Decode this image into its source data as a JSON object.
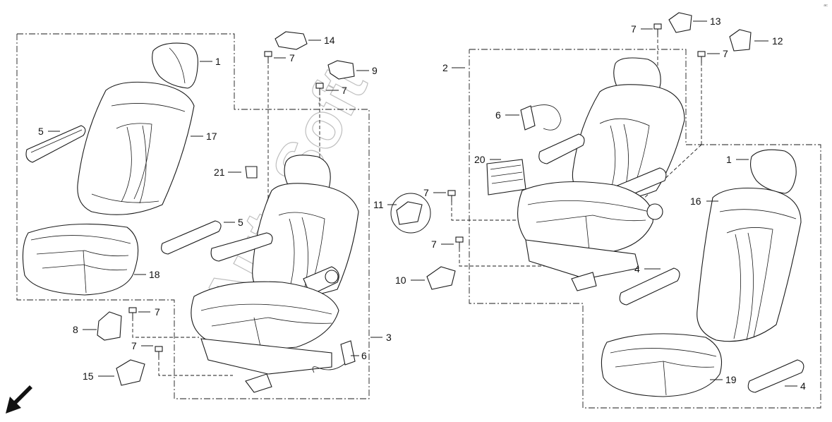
{
  "watermark": "AutoSoft",
  "corner_mark": "ᵃᶜ",
  "direction_arrow": "front-direction-arrow-icon",
  "callouts": [
    {
      "id": "c1a",
      "label": "1"
    },
    {
      "id": "c17",
      "label": "17"
    },
    {
      "id": "c5a",
      "label": "5"
    },
    {
      "id": "c18",
      "label": "18"
    },
    {
      "id": "c21",
      "label": "21"
    },
    {
      "id": "c5b",
      "label": "5"
    },
    {
      "id": "c14",
      "label": "14"
    },
    {
      "id": "c7a",
      "label": "7"
    },
    {
      "id": "c9",
      "label": "9"
    },
    {
      "id": "c7b",
      "label": "7"
    },
    {
      "id": "c7c",
      "label": "7"
    },
    {
      "id": "c8",
      "label": "8"
    },
    {
      "id": "c7d",
      "label": "7"
    },
    {
      "id": "c15",
      "label": "15"
    },
    {
      "id": "c3",
      "label": "3"
    },
    {
      "id": "c6a",
      "label": "6"
    },
    {
      "id": "c2",
      "label": "2"
    },
    {
      "id": "c6b",
      "label": "6"
    },
    {
      "id": "c20",
      "label": "20"
    },
    {
      "id": "c11",
      "label": "11"
    },
    {
      "id": "c7e",
      "label": "7"
    },
    {
      "id": "c7f",
      "label": "7"
    },
    {
      "id": "c10",
      "label": "10"
    },
    {
      "id": "c7g",
      "label": "7"
    },
    {
      "id": "c13",
      "label": "13"
    },
    {
      "id": "c12",
      "label": "12"
    },
    {
      "id": "c7h",
      "label": "7"
    },
    {
      "id": "c1b",
      "label": "1"
    },
    {
      "id": "c16",
      "label": "16"
    },
    {
      "id": "c4a",
      "label": "4"
    },
    {
      "id": "c19",
      "label": "19"
    },
    {
      "id": "c4b",
      "label": "4"
    }
  ]
}
